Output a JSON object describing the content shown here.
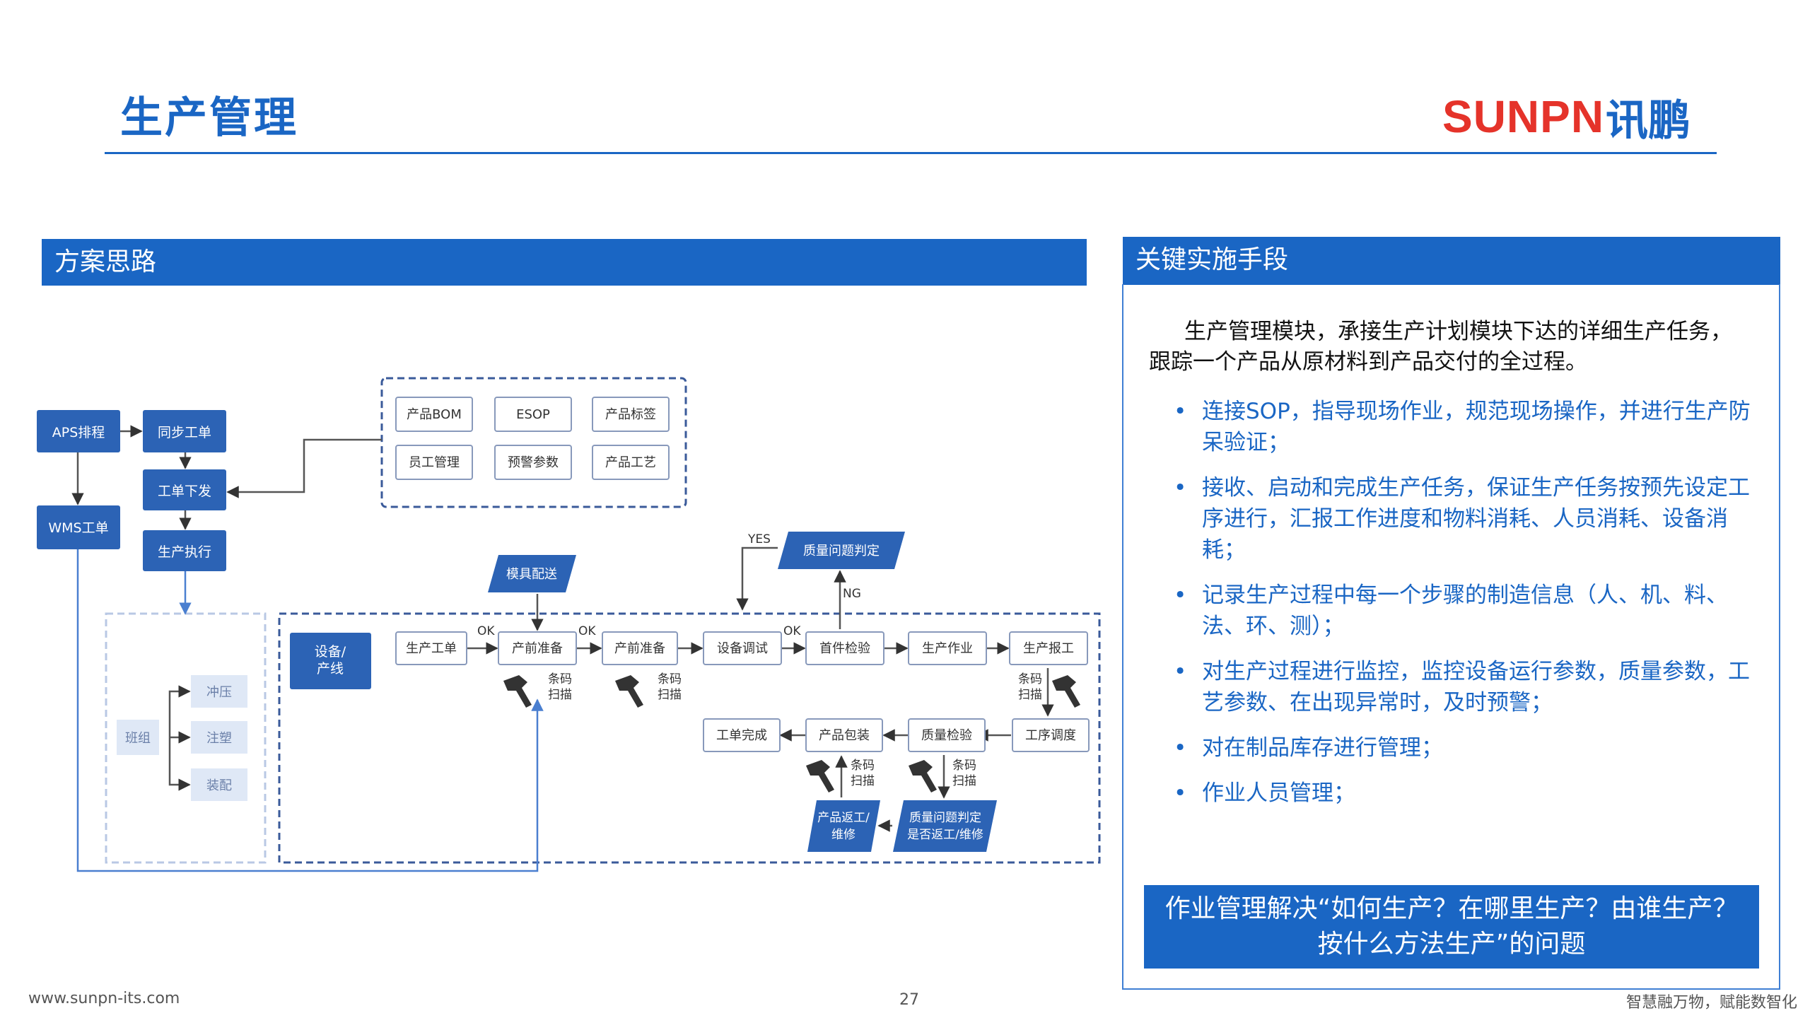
{
  "header": {
    "title": "生产管理",
    "logo_en": "SUNPN",
    "logo_cn": "讯鹏"
  },
  "left_section": {
    "title": "方案思路"
  },
  "right_section": {
    "title": "关键实施手段",
    "intro_line1": "生产管理模块，承接生产计划模块下达的详细生产任务，",
    "intro_line2": "跟踪一个产品从原材料到产品交付的全过程。",
    "bullets": [
      "连接SOP，指导现场作业，规范现场操作，并进行生产防呆验证；",
      "接收、启动和完成生产任务，保证生产任务按预先设定工序进行，汇报工作进度和物料消耗、人员消耗、设备消耗；",
      "记录生产过程中每一个步骤的制造信息（人、机、料、法、环、测）；",
      "对生产过程进行监控，监控设备运行参数，质量参数，工艺参数、在出现异常时，及时预警；",
      "对在制品库存进行管理；",
      "作业人员管理；"
    ],
    "summary_line1": "作业管理解决“如何生产？在哪里生产？由谁生产？",
    "summary_line2": "按什么方法生产”的问题"
  },
  "diagram": {
    "left_nodes": {
      "aps": "APS排程",
      "sync": "同步工单",
      "issue": "工单下发",
      "wms": "WMS工单",
      "exec": "生产执行"
    },
    "resources": [
      "产品BOM",
      "ESOP",
      "产品标签",
      "员工管理",
      "预警参数",
      "产品工艺"
    ],
    "team": {
      "group": "班组",
      "members": [
        "冲压",
        "注塑",
        "装配"
      ]
    },
    "equipment_line": "设备/\n产线",
    "mold": "模具配送",
    "quality_judge": "质量问题判定",
    "flow_top": [
      "生产工单",
      "产前准备",
      "产前准备",
      "设备调试",
      "首件检验",
      "生产作业",
      "生产报工"
    ],
    "flow_bottom": [
      "工单完成",
      "产品包装",
      "质量检验",
      "工序调度"
    ],
    "rework": "产品返工/\n维修",
    "quality_rework": "质量问题判定\n是否返工/维修",
    "labels": {
      "ok": "OK",
      "yes": "YES",
      "ng": "NG",
      "barcode": "条码\n扫描"
    }
  },
  "footer": {
    "url": "www.sunpn-its.com",
    "page": "27",
    "slogan": "智慧融万物，赋能数智化"
  }
}
